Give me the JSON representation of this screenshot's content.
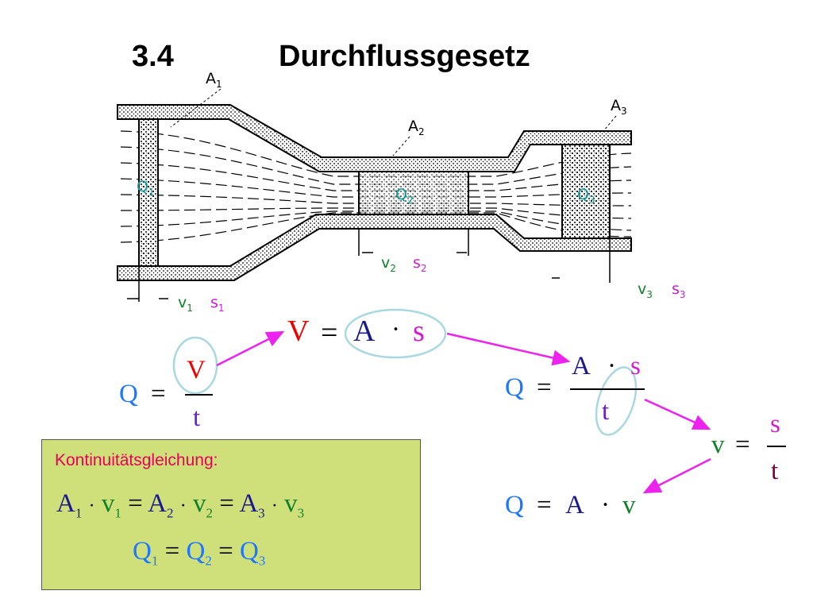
{
  "title": {
    "number": "3.4",
    "text": "Durchflussgesetz"
  },
  "diagram": {
    "A1": {
      "sym": "A",
      "sub": "1"
    },
    "A2": {
      "sym": "A",
      "sub": "2"
    },
    "A3": {
      "sym": "A",
      "sub": "3"
    },
    "Q1": {
      "sym": "Q",
      "sub": "1"
    },
    "Q2": {
      "sym": "Q",
      "sub": "2"
    },
    "Q3": {
      "sym": "Q",
      "sub": "3"
    },
    "v1": {
      "sym": "v",
      "sub": "1"
    },
    "s1": {
      "sym": "s",
      "sub": "1"
    },
    "v2": {
      "sym": "v",
      "sub": "2"
    },
    "s2": {
      "sym": "s",
      "sub": "2"
    },
    "v3": {
      "sym": "v",
      "sub": "3"
    },
    "s3": {
      "sym": "s",
      "sub": "3"
    }
  },
  "formulas": {
    "q_eq_v_over_t": {
      "q": "Q",
      "eq": "=",
      "num": "V",
      "den": "t"
    },
    "v_eq_a_s": {
      "v": "V",
      "eq": "=",
      "a": "A",
      "dot": "·",
      "s": "s"
    },
    "q_eq_as_over_t": {
      "q": "Q",
      "eq": "=",
      "a": "A",
      "dot": "·",
      "s": "s",
      "den": "t"
    },
    "v_eq_s_over_t": {
      "v": "v",
      "eq": "=",
      "num": "s",
      "den": "t"
    },
    "q_eq_a_v": {
      "q": "Q",
      "eq": "=",
      "a": "A",
      "dot": "·",
      "v": "v"
    }
  },
  "continuity": {
    "heading": "Kontinuitätsgleichung:",
    "line1": {
      "A": "A",
      "v": "v",
      "dot": "·",
      "eq": "=",
      "i1": "1",
      "i2": "2",
      "i3": "3"
    },
    "line2": {
      "Q": "Q",
      "eq": "=",
      "i1": "1",
      "i2": "2",
      "i3": "3"
    }
  },
  "colors": {
    "Q": "#1f77ff",
    "A": "#1a1a8c",
    "v": "#11802a",
    "V": "#ee0000",
    "s": "#d31ad3",
    "t": "#6a1fd0",
    "arrow": "#ee22ee",
    "ellipse": "#a8d8e0",
    "box": "#cfe07a"
  }
}
